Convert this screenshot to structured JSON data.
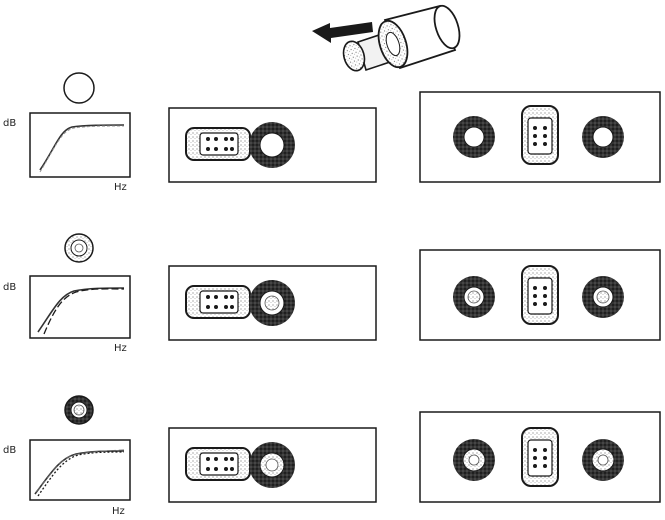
{
  "labels": {
    "y_unit": "dB",
    "x_unit": "Hz"
  },
  "colors": {
    "ink": "#1a1a1a",
    "ring": "#222222",
    "paper": "#ffffff",
    "grey": "#888888"
  },
  "icons": {
    "cable": "cable-icon",
    "arrow": "arrow-left-icon",
    "tip_plain": "tip-hollow-icon",
    "tip_ring": "tip-ring-icon",
    "tip_filled": "tip-filled-icon",
    "ear_unit": "earpiece-icon",
    "eartip": "eartip-icon"
  },
  "rows": [
    {
      "tip": "plain"
    },
    {
      "tip": "ring"
    },
    {
      "tip": "filled"
    }
  ]
}
